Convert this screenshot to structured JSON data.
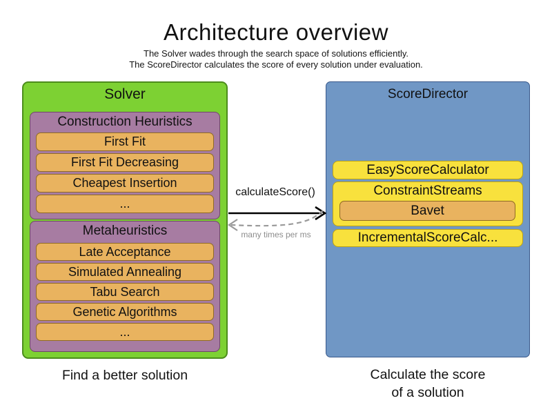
{
  "header": {
    "title": "Architecture overview",
    "subtitle_line1": "The Solver wades through the search space of solutions efficiently.",
    "subtitle_line2": "The ScoreDirector calculates the score of every solution under evaluation."
  },
  "solver": {
    "title": "Solver",
    "caption": "Find a better solution",
    "groups": [
      {
        "title": "Construction Heuristics",
        "items": [
          "First Fit",
          "First Fit Decreasing",
          "Cheapest Insertion",
          "..."
        ]
      },
      {
        "title": "Metaheuristics",
        "items": [
          "Late Acceptance",
          "Simulated Annealing",
          "Tabu Search",
          "Genetic Algorithms",
          "..."
        ]
      }
    ]
  },
  "score_director": {
    "title": "ScoreDirector",
    "caption_line1": "Calculate the score",
    "caption_line2": "of a solution",
    "calculators": [
      {
        "label": "EasyScoreCalculator"
      },
      {
        "label": "ConstraintStreams",
        "children": [
          "Bavet"
        ]
      },
      {
        "label": "IncrementalScoreCalc..."
      }
    ]
  },
  "interaction": {
    "call_label": "calculateScore()",
    "frequency_label": "many times per ms"
  },
  "colors": {
    "solver_green": "#7dd133",
    "phase_purple": "#a77ca2",
    "algorithm_orange": "#e9b35f",
    "score_director_blue": "#7097c5",
    "calculator_yellow": "#f8e13d",
    "call_arrow_black": "#000000",
    "return_arrow_gray": "#999999"
  }
}
